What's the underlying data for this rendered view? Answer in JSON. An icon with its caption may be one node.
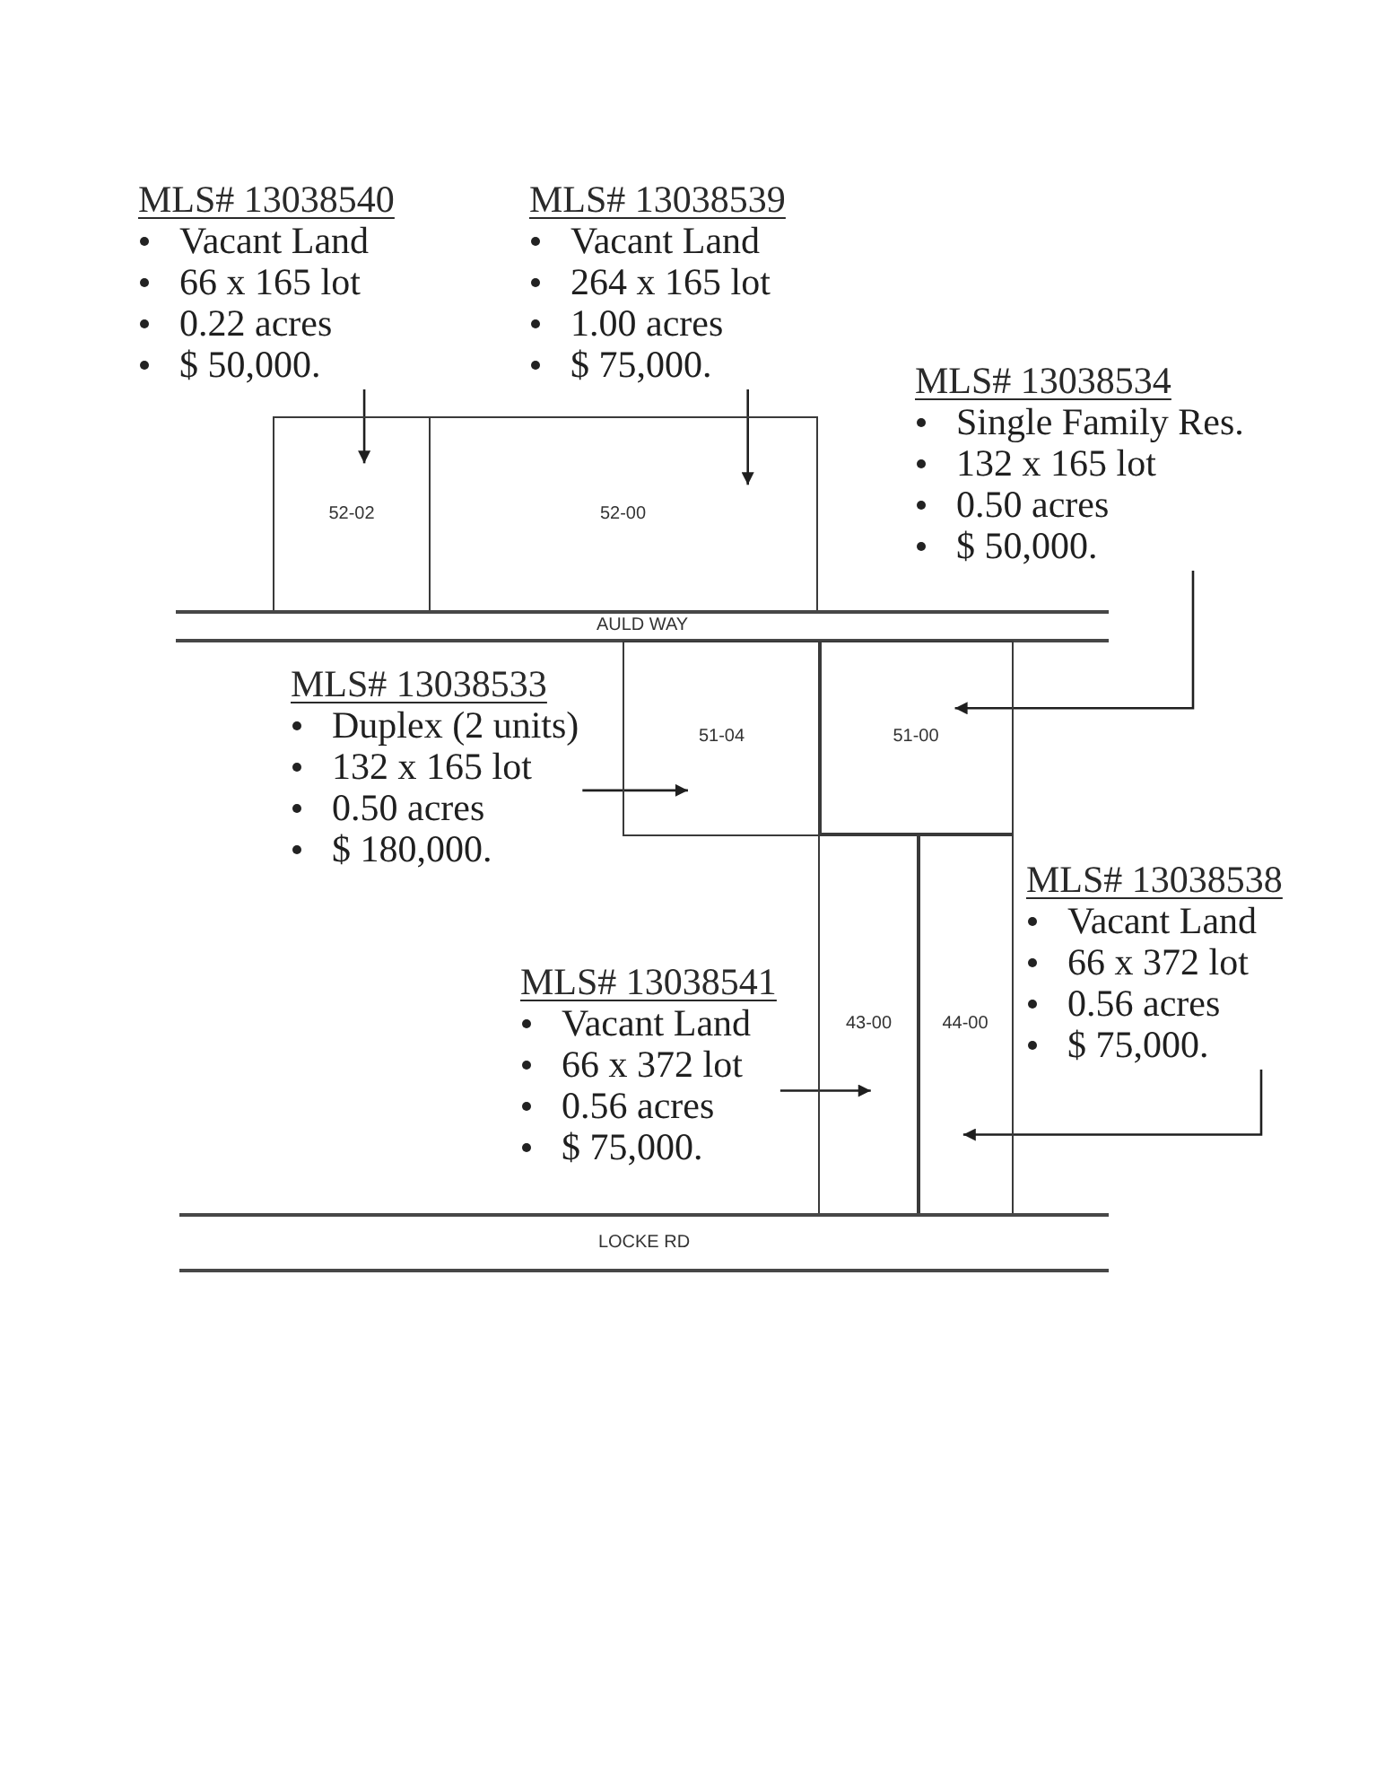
{
  "diagram": {
    "nodes": [
      {
        "text": [
          "MLS# 13038540",
          "Vacant Land",
          "66 x 165 lot",
          "0.22 acres",
          "$ 50,000."
        ]
      },
      {
        "text": [
          "MLS# 13038539",
          "Vacant Land",
          "264 x 165 lot",
          "1.00 acres",
          "$ 75,000."
        ]
      },
      {
        "text": [
          "MLS# 13038534",
          "Single Family Res.",
          "132 x 165 lot",
          "0.50 acres",
          "$ 50,000."
        ]
      },
      {
        "text": [
          "52-02"
        ]
      },
      {
        "text": [
          "52-00"
        ]
      },
      {
        "text": [
          "AULD WAY"
        ]
      },
      {
        "text": [
          "MLS# 13038533",
          "Duplex (2 units)",
          "132 x 165 lot",
          "0.50 acres",
          "$ 180,000."
        ]
      },
      {
        "text": [
          "51-04"
        ]
      },
      {
        "text": [
          "51-00"
        ]
      },
      {
        "text": [
          "MLS# 13038538",
          "Vacant Land",
          "66 x 372 lot",
          "0.56 acres",
          "$ 75,000."
        ]
      },
      {
        "text": [
          "MLS# 13038541",
          "Vacant Land",
          "66 x 372 lot",
          "0.56 acres",
          "$ 75,000."
        ]
      },
      {
        "text": [
          "43-00"
        ]
      },
      {
        "text": [
          "44-00"
        ]
      },
      {
        "text": [
          "LOCKE RD"
        ]
      }
    ],
    "edges": [
      {
        "from": 0,
        "to": 3,
        "arrow": "to"
      },
      {
        "from": 1,
        "to": 4,
        "arrow": "to"
      },
      {
        "from": 2,
        "to": 8,
        "arrow": "to"
      },
      {
        "from": 6,
        "to": 7,
        "arrow": "to"
      },
      {
        "from": 10,
        "to": 11,
        "arrow": "to"
      },
      {
        "from": 9,
        "to": 12,
        "arrow": "to"
      }
    ]
  }
}
